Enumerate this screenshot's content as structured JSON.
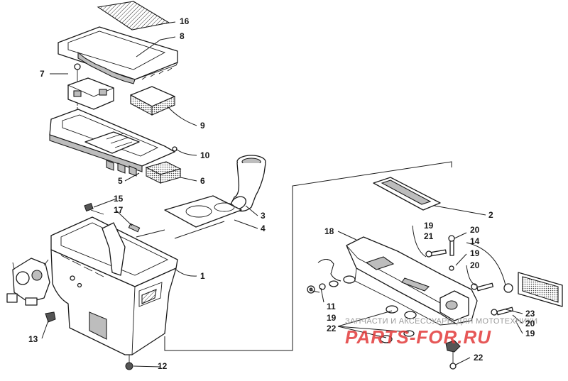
{
  "diagram": {
    "callouts": [
      {
        "id": "c16",
        "text": "16"
      },
      {
        "id": "c8",
        "text": "8"
      },
      {
        "id": "c7",
        "text": "7"
      },
      {
        "id": "c9",
        "text": "9"
      },
      {
        "id": "c10",
        "text": "10"
      },
      {
        "id": "c5",
        "text": "5"
      },
      {
        "id": "c6",
        "text": "6"
      },
      {
        "id": "c3",
        "text": "3"
      },
      {
        "id": "c4",
        "text": "4"
      },
      {
        "id": "c15",
        "text": "15"
      },
      {
        "id": "c17",
        "text": "17"
      },
      {
        "id": "c1",
        "text": "1"
      },
      {
        "id": "c13",
        "text": "13"
      },
      {
        "id": "c12",
        "text": "12"
      },
      {
        "id": "c2",
        "text": "2"
      },
      {
        "id": "c18",
        "text": "18"
      },
      {
        "id": "c19a",
        "text": "19"
      },
      {
        "id": "c21",
        "text": "21"
      },
      {
        "id": "c20a",
        "text": "20"
      },
      {
        "id": "c14",
        "text": "14"
      },
      {
        "id": "c19b",
        "text": "19"
      },
      {
        "id": "c20b",
        "text": "20"
      },
      {
        "id": "c11",
        "text": "11"
      },
      {
        "id": "c19c",
        "text": "19"
      },
      {
        "id": "c22a",
        "text": "22"
      },
      {
        "id": "c23",
        "text": "23"
      },
      {
        "id": "c20c",
        "text": "20"
      },
      {
        "id": "c19d",
        "text": "19"
      },
      {
        "id": "c22b",
        "text": "22"
      }
    ]
  },
  "watermark": {
    "caption": "ЗАПЧАСТИ И АКСЕССУАРЫ ДЛЯ МОТОТЕХНИКИ",
    "brand": "PARTS-FOR.RU"
  },
  "colors": {
    "ink": "#1a1a1a",
    "watermark_red": "#e23a3a",
    "watermark_grey": "#9a9a9a"
  }
}
